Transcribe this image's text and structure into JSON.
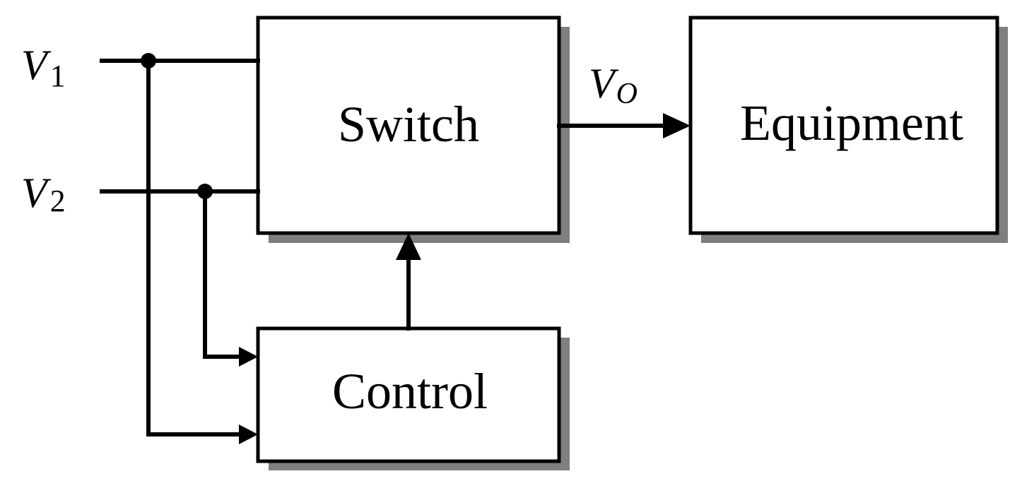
{
  "blocks": {
    "switch": "Switch",
    "control": "Control",
    "equipment": "Equipment"
  },
  "signals": {
    "v1": {
      "symbol": "V",
      "subscript": "1"
    },
    "v2": {
      "symbol": "V",
      "subscript": "2"
    },
    "vo": {
      "symbol": "V",
      "subscript": "O"
    }
  },
  "colors": {
    "line": "#000000",
    "box_fill": "#ffffff",
    "shadow": "#7f7f7f"
  }
}
